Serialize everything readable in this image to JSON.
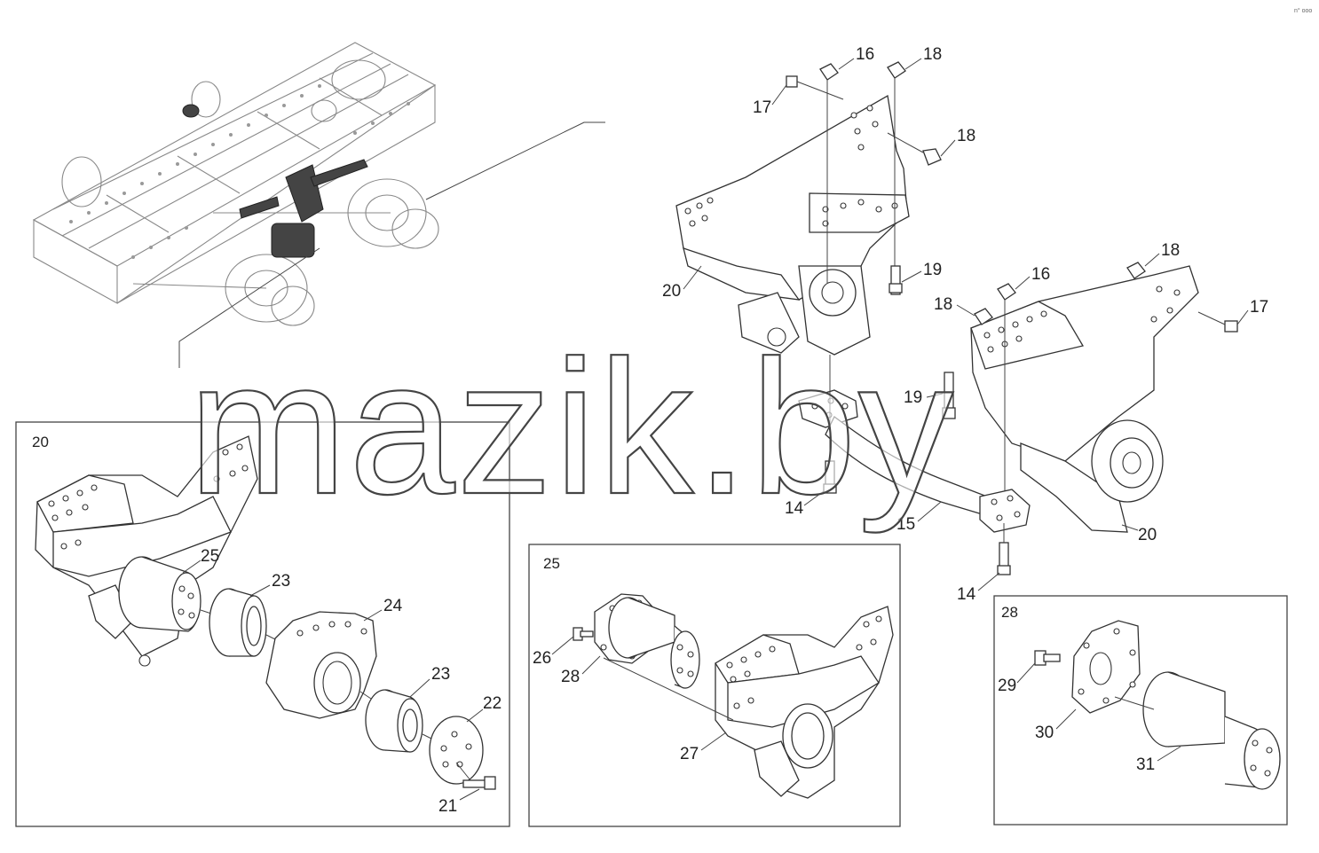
{
  "watermark": "mazik.by",
  "corner_mark": "n° ooo",
  "panels": [
    {
      "id": "20",
      "label": "20"
    },
    {
      "id": "25",
      "label": "25"
    },
    {
      "id": "28",
      "label": "28"
    }
  ],
  "callouts": {
    "main": [
      "16",
      "18",
      "17",
      "18",
      "20",
      "19",
      "16",
      "18",
      "18",
      "17",
      "19",
      "14",
      "15",
      "20",
      "14"
    ],
    "panel20": [
      "25",
      "23",
      "24",
      "23",
      "22",
      "21"
    ],
    "panel25": [
      "26",
      "28",
      "27"
    ],
    "panel28": [
      "29",
      "30",
      "31"
    ]
  },
  "colors": {
    "line": "#333333",
    "faint": "#888888",
    "background": "#ffffff"
  }
}
